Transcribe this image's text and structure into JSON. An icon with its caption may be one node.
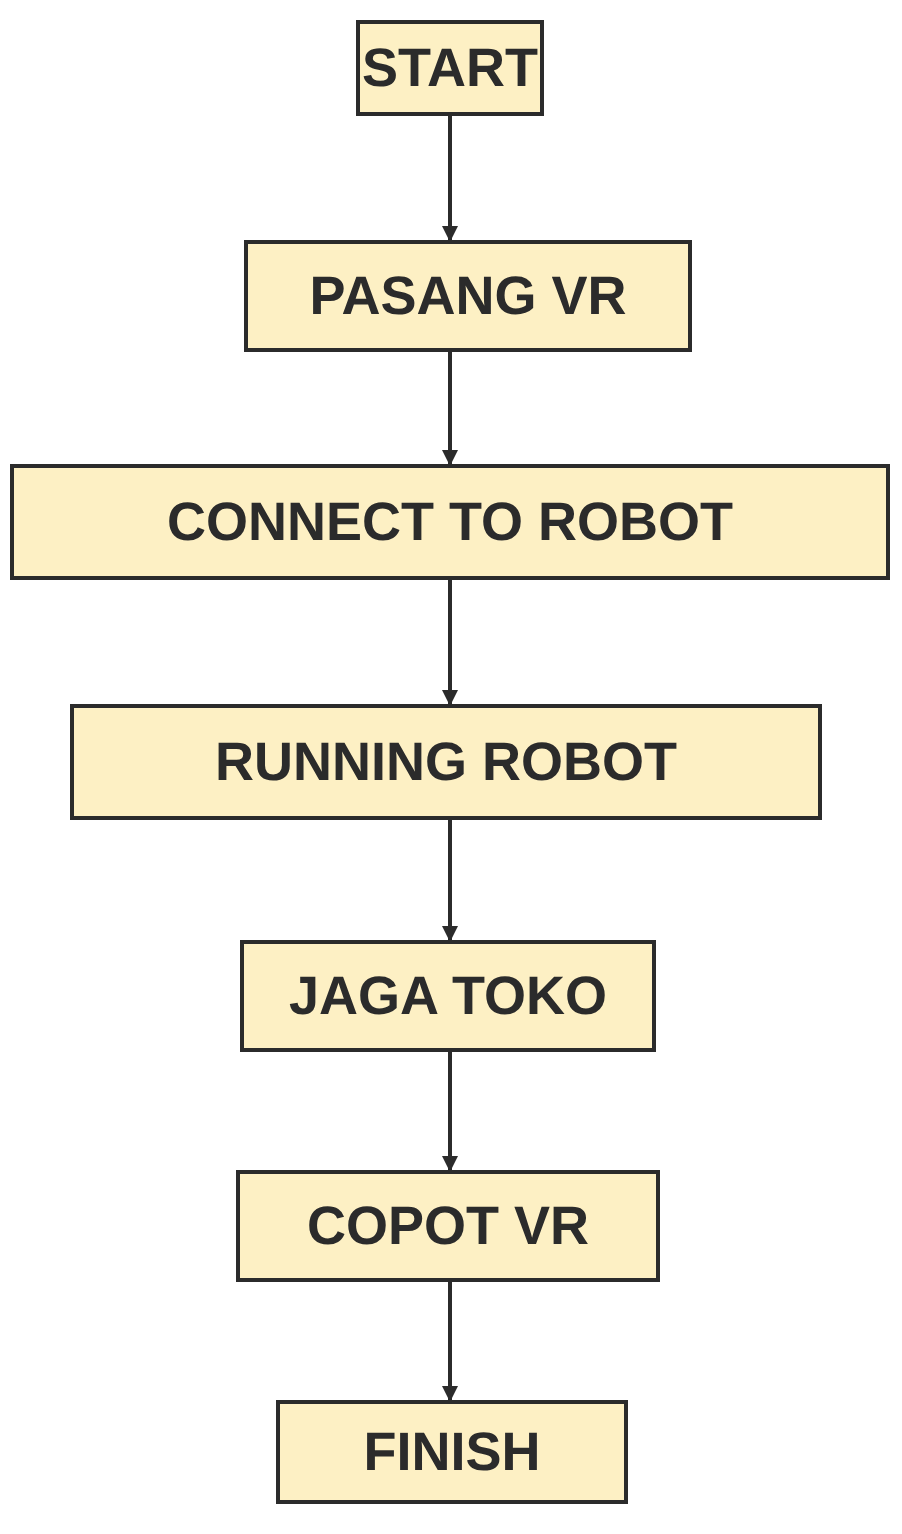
{
  "diagram": {
    "nodes": [
      {
        "text": [
          "START"
        ]
      },
      {
        "text": [
          "PASANG VR"
        ]
      },
      {
        "text": [
          "CONNECT TO ROBOT"
        ]
      },
      {
        "text": [
          "RUNNING ROBOT"
        ]
      },
      {
        "text": [
          "JAGA TOKO"
        ]
      },
      {
        "text": [
          "COPOT VR"
        ]
      },
      {
        "text": [
          "FINISH"
        ]
      }
    ],
    "edges": [
      {
        "from": 0,
        "to": 1,
        "arrow": "to"
      },
      {
        "from": 1,
        "to": 2,
        "arrow": "to"
      },
      {
        "from": 2,
        "to": 3,
        "arrow": "to"
      },
      {
        "from": 3,
        "to": 4,
        "arrow": "to"
      },
      {
        "from": 4,
        "to": 5,
        "arrow": "to"
      },
      {
        "from": 5,
        "to": 6,
        "arrow": "to"
      }
    ]
  }
}
